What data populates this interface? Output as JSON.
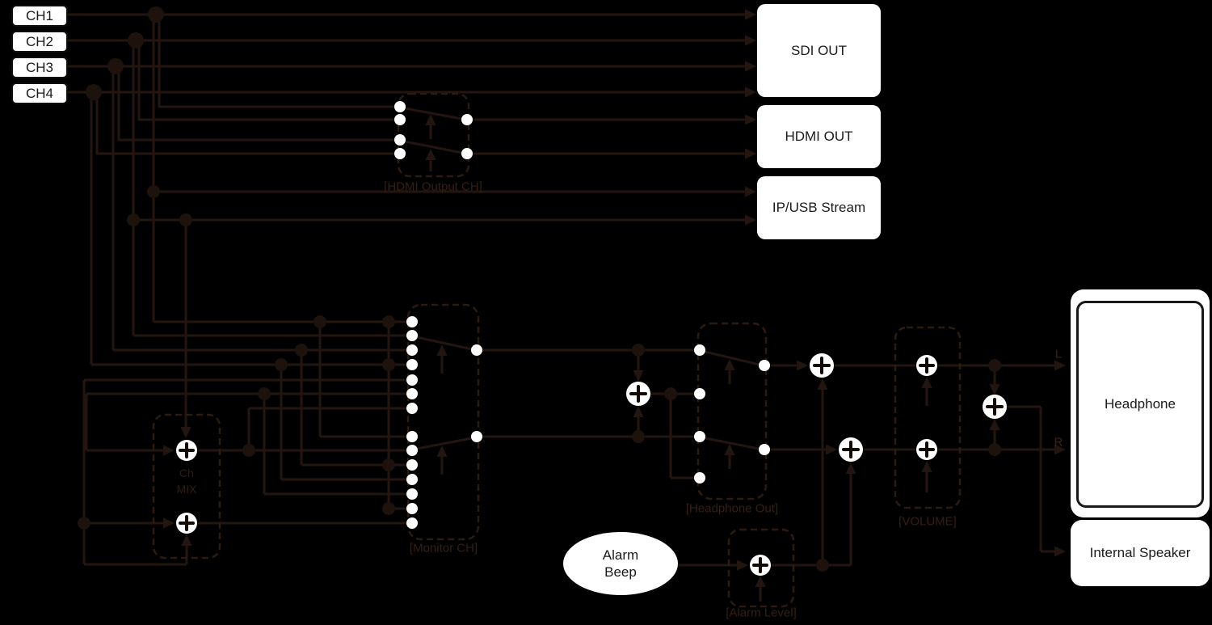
{
  "colors": {
    "background": "#000000",
    "wire": "#231611",
    "junction_dot": "#1d120c",
    "dashed_border": "#2c1b11",
    "dim_label": "#351f13",
    "box_fill": "#ffffff",
    "box_text": "#1a1a1a",
    "contact_dot": "#ffffff",
    "mixer_cross": "#120b07"
  },
  "channels": [
    "CH1",
    "CH2",
    "CH3",
    "CH4"
  ],
  "outputs": {
    "sdi": "SDI OUT",
    "hdmi": "HDMI OUT",
    "ip_usb": "IP/USB Stream"
  },
  "selectors": {
    "hdmi_output_ch": "[HDMI Output CH]",
    "monitor_ch": "[Monitor CH]",
    "headphone_out": "[Headphone Out]",
    "volume": "[VOLUME]",
    "alarm_level": "[Alarm Level]"
  },
  "ch_mix": {
    "line1": "Ch",
    "line2": "MIX"
  },
  "alarm_beep": {
    "line1": "Alarm",
    "line2": "Beep"
  },
  "devices": {
    "headphone": "Headphone",
    "internal_speaker": "Internal Speaker"
  },
  "signal_labels": {
    "left": "L",
    "right": "R"
  }
}
